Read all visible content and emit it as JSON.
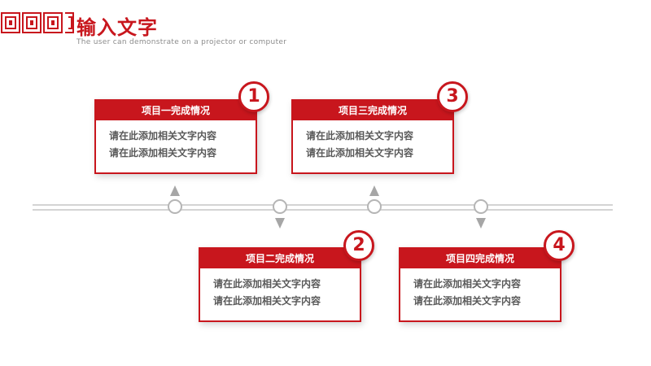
{
  "header": {
    "title": "输入文字",
    "subtitle": "The user can demonstrate on a projector or computer"
  },
  "colors": {
    "accent": "#c8161d",
    "text": "#595959",
    "line": "#d4d4d4",
    "marker": "#a6a6a6"
  },
  "items": [
    {
      "number": "1",
      "title": "项目一完成情况",
      "lines": [
        "请在此添加相关文字内容",
        "请在此添加相关文字内容"
      ]
    },
    {
      "number": "2",
      "title": "项目二完成情况",
      "lines": [
        "请在此添加相关文字内容",
        "请在此添加相关文字内容"
      ]
    },
    {
      "number": "3",
      "title": "项目三完成情况",
      "lines": [
        "请在此添加相关文字内容",
        "请在此添加相关文字内容"
      ]
    },
    {
      "number": "4",
      "title": "项目四完成情况",
      "lines": [
        "请在此添加相关文字内容",
        "请在此添加相关文字内容"
      ]
    }
  ]
}
